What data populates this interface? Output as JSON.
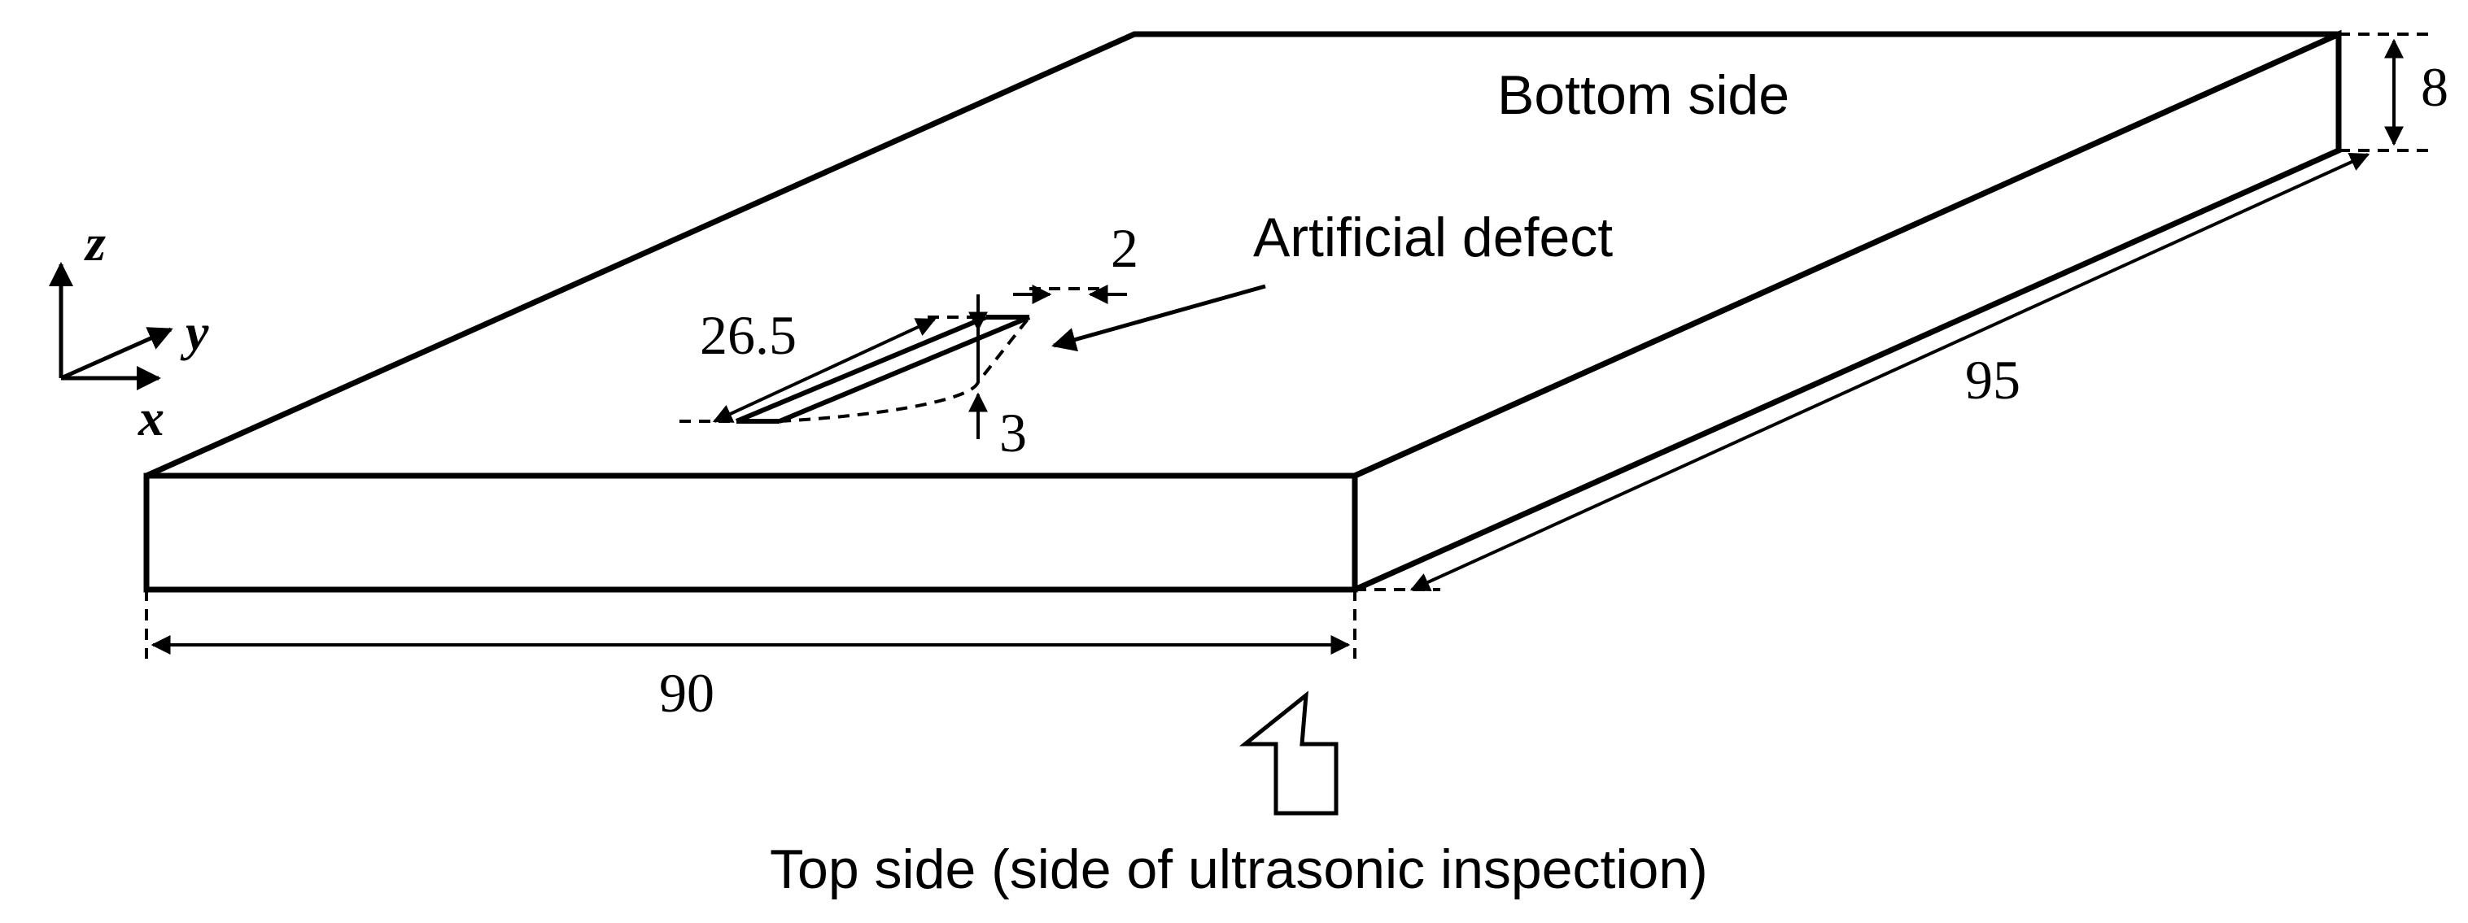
{
  "labels": {
    "bottom_side": "Bottom side",
    "artificial_defect": "Artificial defect",
    "top_side": "Top side (side of ultrasonic inspection)"
  },
  "dimensions": {
    "thickness": "8",
    "length_y": "95",
    "width_x": "90",
    "defect_length": "26.5",
    "defect_width": "2",
    "defect_depth": "3"
  },
  "axes": {
    "z": "z",
    "y": "y",
    "x": "x"
  }
}
